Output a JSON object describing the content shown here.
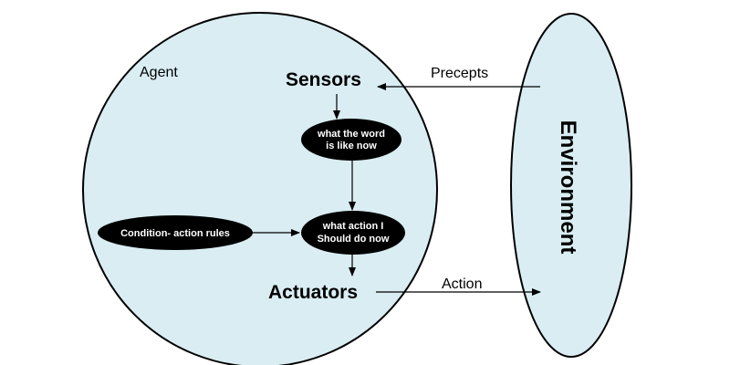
{
  "diagram": {
    "agent_label": "Agent",
    "sensors_label": "Sensors",
    "actuators_label": "Actuators",
    "environment_label": "Environment",
    "precepts_label": "Precepts",
    "action_label": "Action",
    "world_state_node": {
      "line1": "what the word",
      "line2": "is like now"
    },
    "action_node": {
      "line1": "what action I",
      "line2": "Should do now"
    },
    "rules_node": {
      "label": "Condition- action rules"
    }
  },
  "colors": {
    "fill": "#d9edf3",
    "node_fill": "#000000",
    "stroke": "#000000"
  }
}
